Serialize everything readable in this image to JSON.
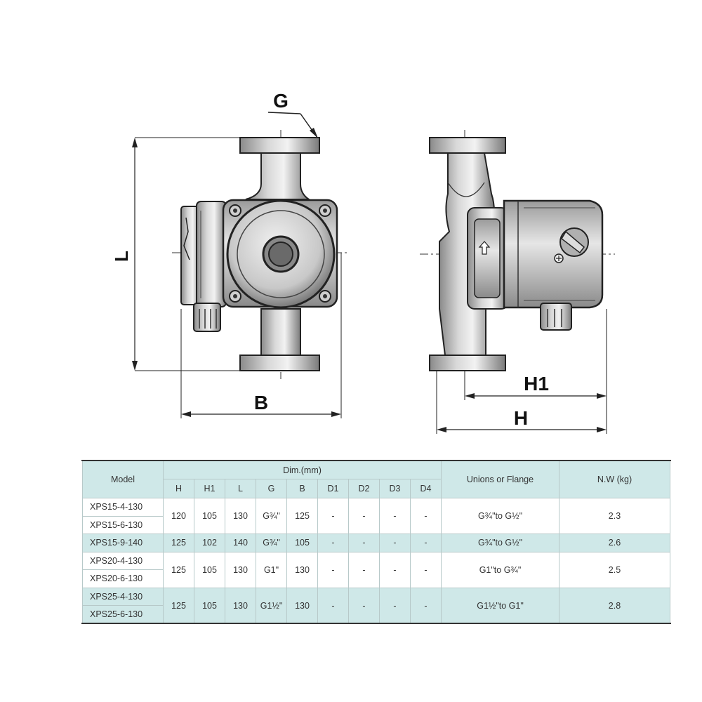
{
  "drawing": {
    "labels": {
      "G": "G",
      "L": "L",
      "B": "B",
      "H1": "H1",
      "H": "H"
    }
  },
  "table": {
    "model_header": "Model",
    "dim_header": "Dim.(mm)",
    "unions_header": "Unions or Flange",
    "nw_header": "N.W (kg)",
    "dim_cols": [
      "H",
      "H1",
      "L",
      "G",
      "B",
      "D1",
      "D2",
      "D3",
      "D4"
    ],
    "groups": [
      {
        "models": [
          "XPS15-4-130",
          "XPS15-6-130"
        ],
        "dims": [
          "120",
          "105",
          "130",
          "G¾\"",
          "125",
          "-",
          "-",
          "-",
          "-"
        ],
        "unions": "G¾\"to G½\"",
        "nw": "2.3"
      },
      {
        "models": [
          "XPS15-9-140"
        ],
        "dims": [
          "125",
          "102",
          "140",
          "G¾\"",
          "105",
          "-",
          "-",
          "-",
          "-"
        ],
        "unions": "G¾\"to G½\"",
        "nw": "2.6"
      },
      {
        "models": [
          "XPS20-4-130",
          "XPS20-6-130"
        ],
        "dims": [
          "125",
          "105",
          "130",
          "G1\"",
          "130",
          "-",
          "-",
          "-",
          "-"
        ],
        "unions": "G1\"to G¾\"",
        "nw": "2.5"
      },
      {
        "models": [
          "XPS25-4-130",
          "XPS25-6-130"
        ],
        "dims": [
          "125",
          "105",
          "130",
          "G1½\"",
          "130",
          "-",
          "-",
          "-",
          "-"
        ],
        "unions": "G1½\"to G1\"",
        "nw": "2.8"
      }
    ]
  }
}
